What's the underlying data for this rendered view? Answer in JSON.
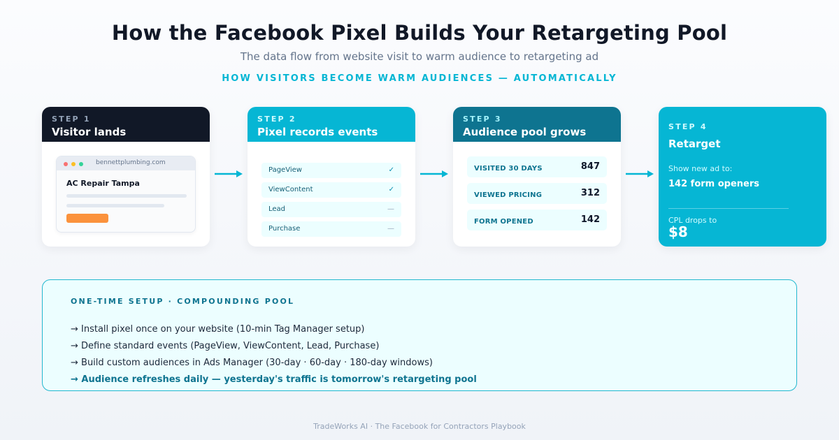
{
  "header": {
    "title": "How the Facebook Pixel Builds Your Retargeting Pool",
    "subtitle": "The data flow from website visit to warm audience to retargeting ad",
    "kicker": "HOW VISITORS BECOME WARM AUDIENCES — AUTOMATICALLY"
  },
  "steps": [
    {
      "label": "STEP 1",
      "title": "Visitor lands",
      "browser": {
        "url": "bennettplumbing.com",
        "page_heading": "AC Repair Tampa"
      }
    },
    {
      "label": "STEP 2",
      "title": "Pixel records events",
      "events": [
        {
          "name": "PageView",
          "status": "✓"
        },
        {
          "name": "ViewContent",
          "status": "✓"
        },
        {
          "name": "Lead",
          "status": "—"
        },
        {
          "name": "Purchase",
          "status": "—"
        }
      ]
    },
    {
      "label": "STEP 3",
      "title": "Audience pool grows",
      "audiences": [
        {
          "label": "VISITED 30 DAYS",
          "count": "847"
        },
        {
          "label": "VIEWED PRICING",
          "count": "312"
        },
        {
          "label": "FORM OPENED",
          "count": "142"
        }
      ]
    },
    {
      "label": "STEP 4",
      "title": "Retarget",
      "show_label": "Show new ad to:",
      "target": "142 form openers",
      "cpl_label": "CPL drops to",
      "cpl_value": "$8"
    }
  ],
  "setup": {
    "kicker": "ONE-TIME SETUP · COMPOUNDING POOL",
    "items": [
      "→ Install pixel once on your website (10-min Tag Manager setup)",
      "→ Define standard events (PageView, ViewContent, Lead, Purchase)",
      "→ Build custom audiences in Ads Manager (30-day · 60-day · 180-day windows)",
      "→ Audience refreshes daily — yesterday's traffic is tomorrow's retargeting pool"
    ]
  },
  "footer": "TradeWorks AI · The Facebook for Contractors Playbook",
  "colors": {
    "accent": "#06b6d4",
    "dark": "#111827",
    "teal": "#0e7490",
    "cta": "#fb923c"
  }
}
